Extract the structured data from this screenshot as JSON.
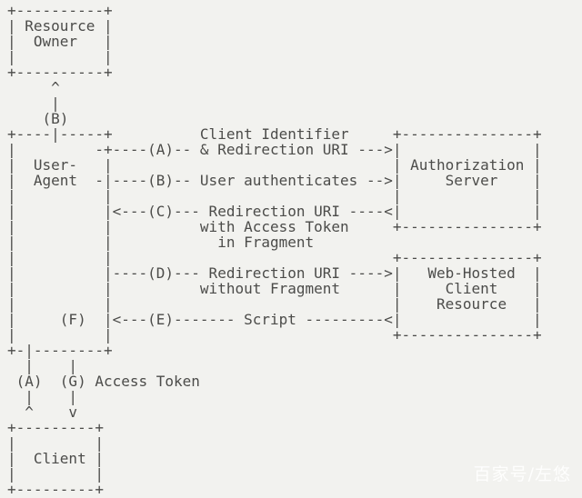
{
  "diagram": {
    "lines": [
      "+----------+",
      "| Resource |",
      "|  Owner   |",
      "|          |",
      "+----------+",
      "     ^",
      "     |",
      "    (B)",
      "+----|-----+          Client Identifier     +---------------+",
      "|         -+----(A)-- & Redirection URI --->|               |",
      "|  User-   |                                | Authorization |",
      "|  Agent  -|----(B)-- User authenticates -->|     Server    |",
      "|          |                                |               |",
      "|          |<---(C)--- Redirection URI ----<|               |",
      "|          |          with Access Token     +---------------+",
      "|          |            in Fragment",
      "|          |                                +---------------+",
      "|          |----(D)--- Redirection URI ---->|   Web-Hosted  |",
      "|          |          without Fragment      |     Client    |",
      "|          |                                |    Resource   |",
      "|     (F)  |<---(E)------- Script ---------<|               |",
      "|          |                                +---------------+",
      "+-|--------+",
      "  |    |",
      " (A)  (G) Access Token",
      "  |    |",
      "  ^    v",
      "+---------+",
      "|         |",
      "|  Client |",
      "|         |",
      "+---------+"
    ],
    "boxes": [
      "Resource Owner",
      "User-Agent",
      "Authorization Server",
      "Web-Hosted Client Resource",
      "Client"
    ],
    "steps": [
      {
        "id": "(A)",
        "label": "Client Identifier & Redirection URI"
      },
      {
        "id": "(B)",
        "label": "User authenticates"
      },
      {
        "id": "(C)",
        "label": "Redirection URI with Access Token in Fragment"
      },
      {
        "id": "(D)",
        "label": "Redirection URI without Fragment"
      },
      {
        "id": "(E)",
        "label": "Script"
      },
      {
        "id": "(F)",
        "label": ""
      },
      {
        "id": "(G)",
        "label": "Access Token"
      }
    ]
  },
  "watermark": {
    "text": "百家号/左悠"
  },
  "colors": {
    "background": "#f2f2ef",
    "text": "#4c4c4a",
    "watermark": "#fbfbf8"
  }
}
